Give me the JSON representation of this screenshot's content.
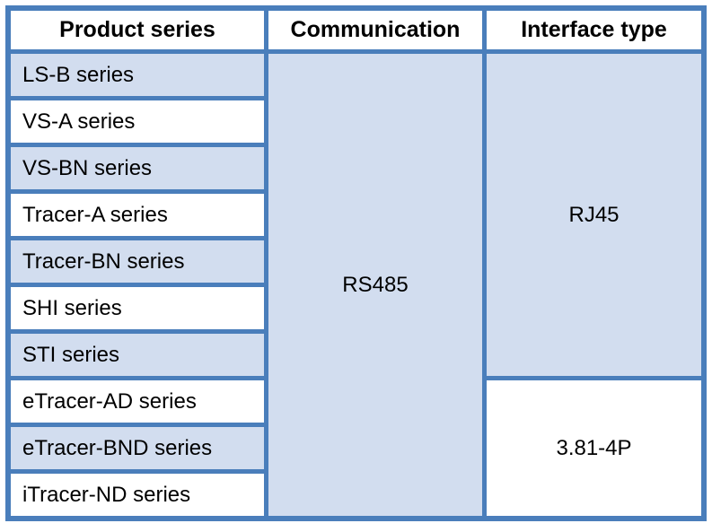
{
  "table": {
    "headers": {
      "product_series": "Product series",
      "communication": "Communication",
      "interface_type": "Interface type"
    },
    "rows": [
      "LS-B series",
      "VS-A series",
      "VS-BN series",
      "Tracer-A series",
      "Tracer-BN series",
      "SHI series",
      "STI series",
      "eTracer-AD series",
      "eTracer-BND series",
      "iTracer-ND series"
    ],
    "communication_value": "RS485",
    "interface_values": {
      "rj45": "RJ45",
      "p381": "3.81-4P"
    },
    "merges": {
      "communication_row_span": 10,
      "rj45_row_span": 7,
      "p381_row_span": 3
    }
  },
  "colors": {
    "rule_and_border_blue": "#4A7EBB",
    "cell_fill_light_blue": "#D2DDEF",
    "cell_fill_white": "#FFFFFF",
    "text": "#000000"
  }
}
